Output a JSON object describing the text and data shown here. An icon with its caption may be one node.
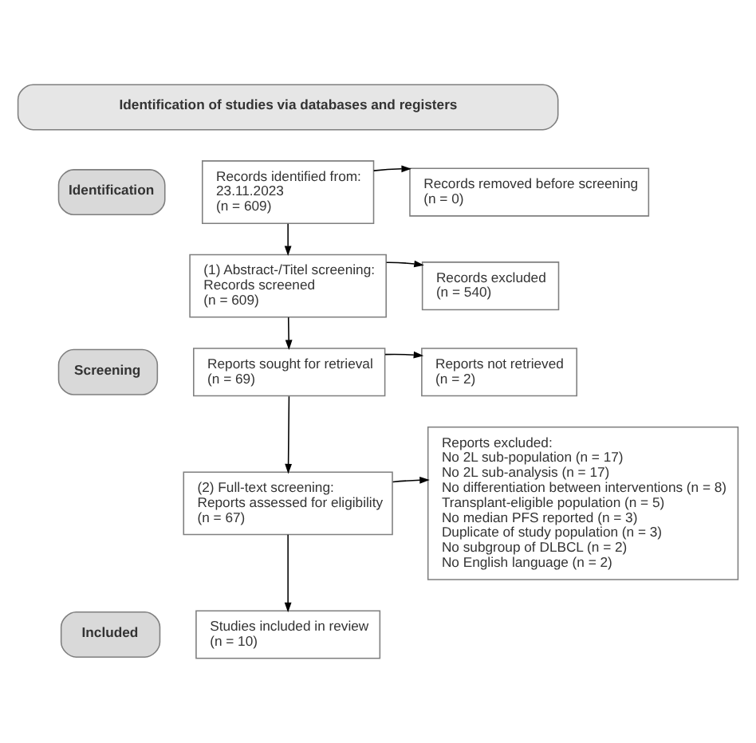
{
  "diagram": {
    "nodes": [
      {
        "text": [
          "Identification of studies via databases and registers"
        ]
      },
      {
        "text": [
          "Identification"
        ]
      },
      {
        "text": [
          "Screening"
        ]
      },
      {
        "text": [
          "Included"
        ]
      },
      {
        "text": [
          "Records identified from:",
          "23.11.2023",
          "(n = 609)"
        ]
      },
      {
        "text": [
          "Records removed before screening",
          "(n = 0)"
        ]
      },
      {
        "text": [
          "(1) Abstract-/Titel screening:",
          "Records screened",
          "(n = 609)"
        ]
      },
      {
        "text": [
          "Records excluded",
          "(n = 540)"
        ]
      },
      {
        "text": [
          "Reports sought for retrieval",
          "(n = 69)"
        ]
      },
      {
        "text": [
          "Reports not retrieved",
          "(n = 2)"
        ]
      },
      {
        "text": [
          "(2) Full-text screening:",
          "Reports assessed for eligibility",
          "(n = 67)"
        ]
      },
      {
        "text": [
          "Reports excluded:",
          "No 2L sub-population (n = 17)",
          "No 2L sub-analysis (n = 17)",
          "No differentiation between interventions (n = 8)",
          "Transplant-eligible population (n = 5)",
          "No median PFS reported (n = 3)",
          "Duplicate of study population (n = 3)",
          "No subgroup of DLBCL (n = 2)",
          "No English language (n = 2)"
        ]
      },
      {
        "text": [
          "Studies included in review",
          "(n = 10)"
        ]
      }
    ],
    "edges": [
      {
        "from": 4,
        "to": 5,
        "arrow": "to"
      },
      {
        "from": 4,
        "to": 6,
        "arrow": "to"
      },
      {
        "from": 6,
        "to": 7,
        "arrow": "to"
      },
      {
        "from": 6,
        "to": 8,
        "arrow": "to"
      },
      {
        "from": 8,
        "to": 9,
        "arrow": "to"
      },
      {
        "from": 8,
        "to": 10,
        "arrow": "to"
      },
      {
        "from": 10,
        "to": 11,
        "arrow": "to"
      },
      {
        "from": 10,
        "to": 12,
        "arrow": "to"
      }
    ]
  }
}
